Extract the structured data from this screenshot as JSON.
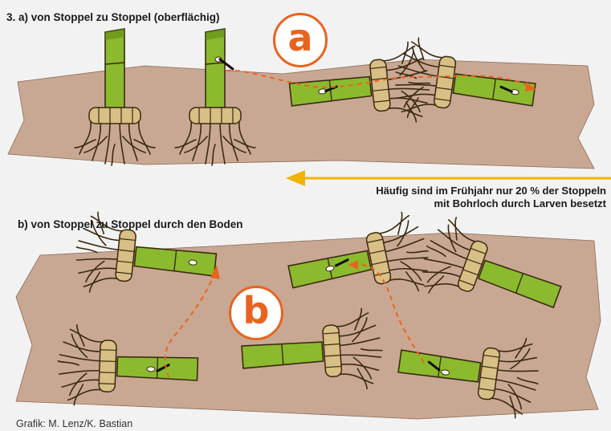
{
  "section_a": {
    "title": "3. a)  von Stoppel zu Stoppel (oberflächig)",
    "badge": "a"
  },
  "section_b": {
    "title": "b)  von Stoppel zu Stoppel durch den Boden",
    "badge": "b"
  },
  "note": {
    "line1": "Häufig sind im Frühjahr nur 20 % der Stoppeln",
    "line2": "mit Bohrloch durch Larven besetzt"
  },
  "credit": "Grafik: M. Lenz/K. Bastian",
  "colors": {
    "soil": "#c9a893",
    "stalk": "#8cba2e",
    "stalk_dark": "#5e8a17",
    "root": "#d8bf85",
    "root_outline": "#3a2a10",
    "arrow": "#f0b400",
    "path": "#e8641e",
    "badge": "#e8641e"
  }
}
